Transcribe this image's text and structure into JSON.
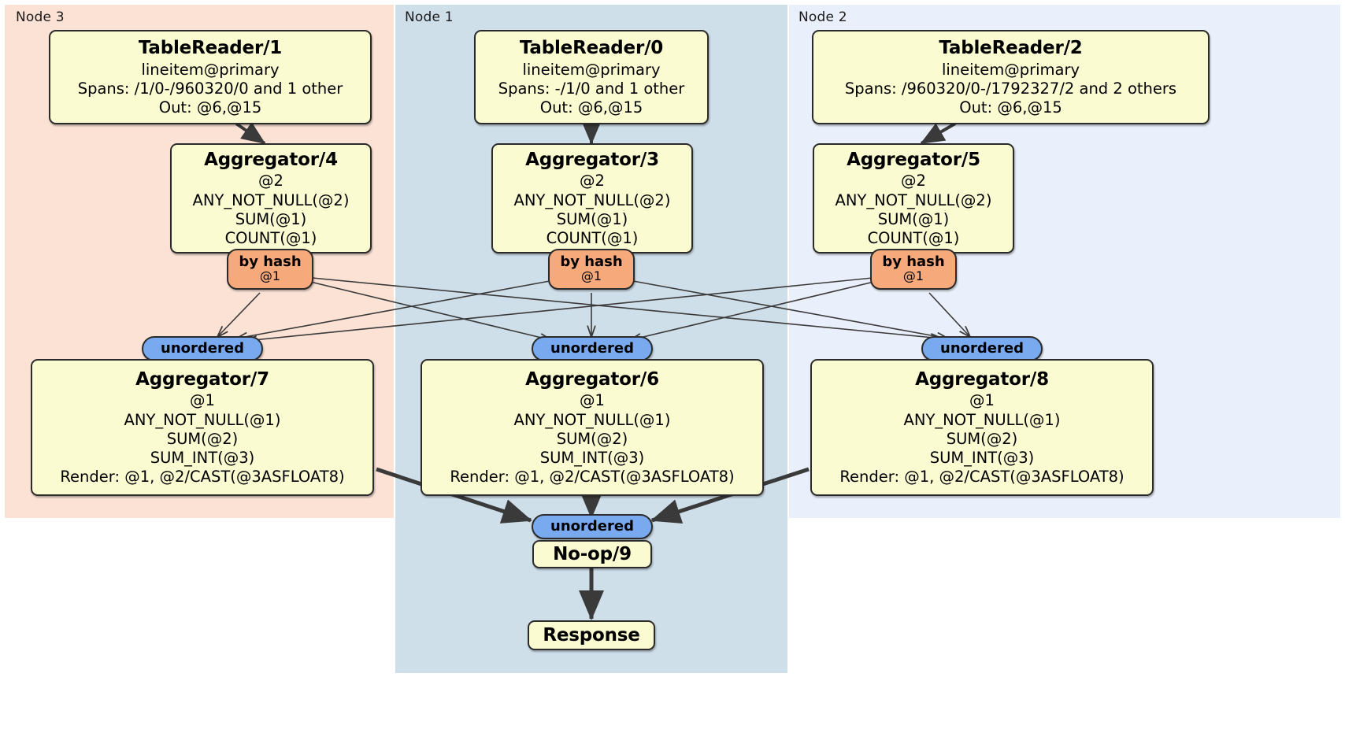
{
  "diagram": {
    "type": "distributed-query-plan",
    "colors": {
      "node3_panel": "#fbe2d5",
      "node1_panel": "#cfdfea",
      "node2_panel": "#eaf0fb",
      "processor_box": "#fbfbd2",
      "hash_router": "#f6a97a",
      "unordered_sync": "#79a9ef",
      "edge": "#3a3a3a"
    }
  },
  "panels": [
    {
      "id": "node3",
      "label": "Node 3"
    },
    {
      "id": "node1",
      "label": "Node 1"
    },
    {
      "id": "node2",
      "label": "Node 2"
    }
  ],
  "processors": {
    "tablereader1": {
      "title": "TableReader/1",
      "lines": [
        "lineitem@primary",
        "Spans: /1/0-/960320/0 and 1 other",
        "Out: @6,@15"
      ]
    },
    "tablereader0": {
      "title": "TableReader/0",
      "lines": [
        "lineitem@primary",
        "Spans: -/1/0 and 1 other",
        "Out: @6,@15"
      ]
    },
    "tablereader2": {
      "title": "TableReader/2",
      "lines": [
        "lineitem@primary",
        "Spans: /960320/0-/1792327/2 and 2 others",
        "Out: @6,@15"
      ]
    },
    "aggregator4": {
      "title": "Aggregator/4",
      "lines": [
        "@2",
        "ANY_NOT_NULL(@2)",
        "SUM(@1)",
        "COUNT(@1)"
      ]
    },
    "aggregator3": {
      "title": "Aggregator/3",
      "lines": [
        "@2",
        "ANY_NOT_NULL(@2)",
        "SUM(@1)",
        "COUNT(@1)"
      ]
    },
    "aggregator5": {
      "title": "Aggregator/5",
      "lines": [
        "@2",
        "ANY_NOT_NULL(@2)",
        "SUM(@1)",
        "COUNT(@1)"
      ]
    },
    "aggregator7": {
      "title": "Aggregator/7",
      "lines": [
        "@1",
        "ANY_NOT_NULL(@1)",
        "SUM(@2)",
        "SUM_INT(@3)",
        "Render: @1, @2/CAST(@3ASFLOAT8)"
      ]
    },
    "aggregator6": {
      "title": "Aggregator/6",
      "lines": [
        "@1",
        "ANY_NOT_NULL(@1)",
        "SUM(@2)",
        "SUM_INT(@3)",
        "Render: @1, @2/CAST(@3ASFLOAT8)"
      ]
    },
    "aggregator8": {
      "title": "Aggregator/8",
      "lines": [
        "@1",
        "ANY_NOT_NULL(@1)",
        "SUM(@2)",
        "SUM_INT(@3)",
        "Render: @1, @2/CAST(@3ASFLOAT8)"
      ]
    },
    "noop9": {
      "title": "No-op/9"
    },
    "response": {
      "title": "Response"
    }
  },
  "routers": {
    "hash_left": {
      "label": "by hash",
      "column": "@1"
    },
    "hash_mid": {
      "label": "by hash",
      "column": "@1"
    },
    "hash_right": {
      "label": "by hash",
      "column": "@1"
    }
  },
  "synchronizers": {
    "sync_left": {
      "label": "unordered"
    },
    "sync_mid": {
      "label": "unordered"
    },
    "sync_right": {
      "label": "unordered"
    },
    "sync_final": {
      "label": "unordered"
    }
  }
}
